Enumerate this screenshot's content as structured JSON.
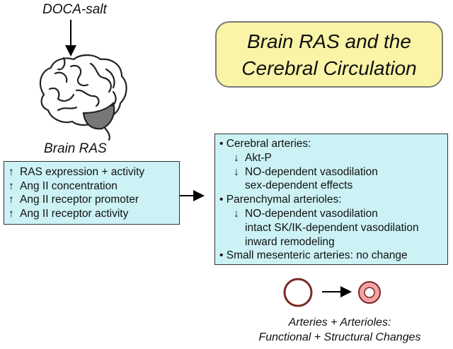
{
  "doca_label": "DOCA-salt",
  "brain_label": "Brain RAS",
  "title": {
    "line1": "Brain RAS and the",
    "line2": "Cerebral Circulation"
  },
  "ras_effects": [
    {
      "symbol": "↑",
      "text": "RAS expression + activity"
    },
    {
      "symbol": "↑",
      "text": "Ang II concentration"
    },
    {
      "symbol": "↑",
      "text": "Ang II receptor promoter"
    },
    {
      "symbol": "↑",
      "text": "Ang II receptor activity"
    }
  ],
  "vascular_effects": {
    "cerebral": {
      "heading": "• Cerebral arteries:",
      "items": [
        {
          "symbol": "↓",
          "text": "Akt-P"
        },
        {
          "symbol": "↓",
          "text": "NO-dependent vasodilation"
        }
      ],
      "note": "sex-dependent effects"
    },
    "parenchymal": {
      "heading": "• Parenchymal arterioles:",
      "items": [
        {
          "symbol": "↓",
          "text": "NO-dependent vasodilation"
        }
      ],
      "notes": [
        "intact SK/IK-dependent vasodilation",
        "inward remodeling"
      ]
    },
    "mesenteric": "• Small mesenteric arteries: no change"
  },
  "bottom_label": {
    "line1": "Arteries + Arterioles:",
    "line2": "Functional + Structural Changes"
  },
  "colors": {
    "title_fill": "#f9f4a6",
    "box_fill": "#ccf2f5",
    "vessel_ring": "#7a2a26",
    "vessel_lumen_normal": "#ffffff",
    "vessel_remodeled": "#f4a3a3"
  },
  "icons": [
    "down-arrow",
    "brain-icon",
    "right-arrow",
    "vessel-icon"
  ]
}
